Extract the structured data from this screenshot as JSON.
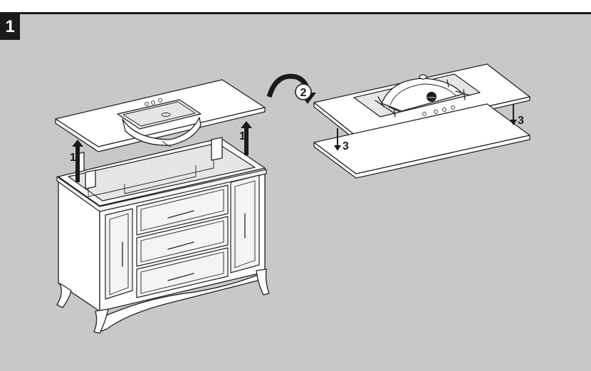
{
  "step": {
    "number": "1"
  },
  "labels": {
    "lift_left": "1",
    "lift_right": "1",
    "rotate": "2",
    "lower_right": "3",
    "lower_left": "3"
  },
  "sink_logo": "Kohler"
}
